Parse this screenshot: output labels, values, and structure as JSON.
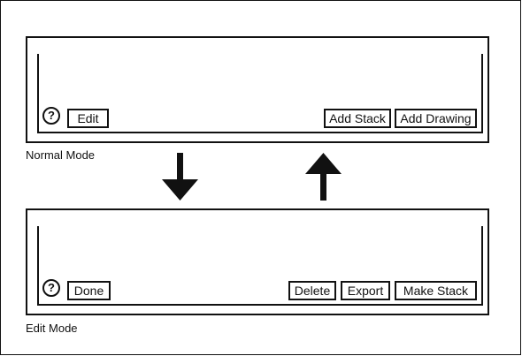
{
  "normal_mode": {
    "label": "Normal Mode",
    "help_icon": "?",
    "edit_button": "Edit",
    "add_stack_button": "Add Stack",
    "add_drawing_button": "Add Drawing"
  },
  "edit_mode": {
    "label": "Edit Mode",
    "help_icon": "?",
    "done_button": "Done",
    "delete_button": "Delete",
    "export_button": "Export",
    "make_stack_button": "Make Stack"
  },
  "arrows": {
    "to_edit": "down-arrow-icon",
    "to_normal": "up-arrow-icon"
  }
}
